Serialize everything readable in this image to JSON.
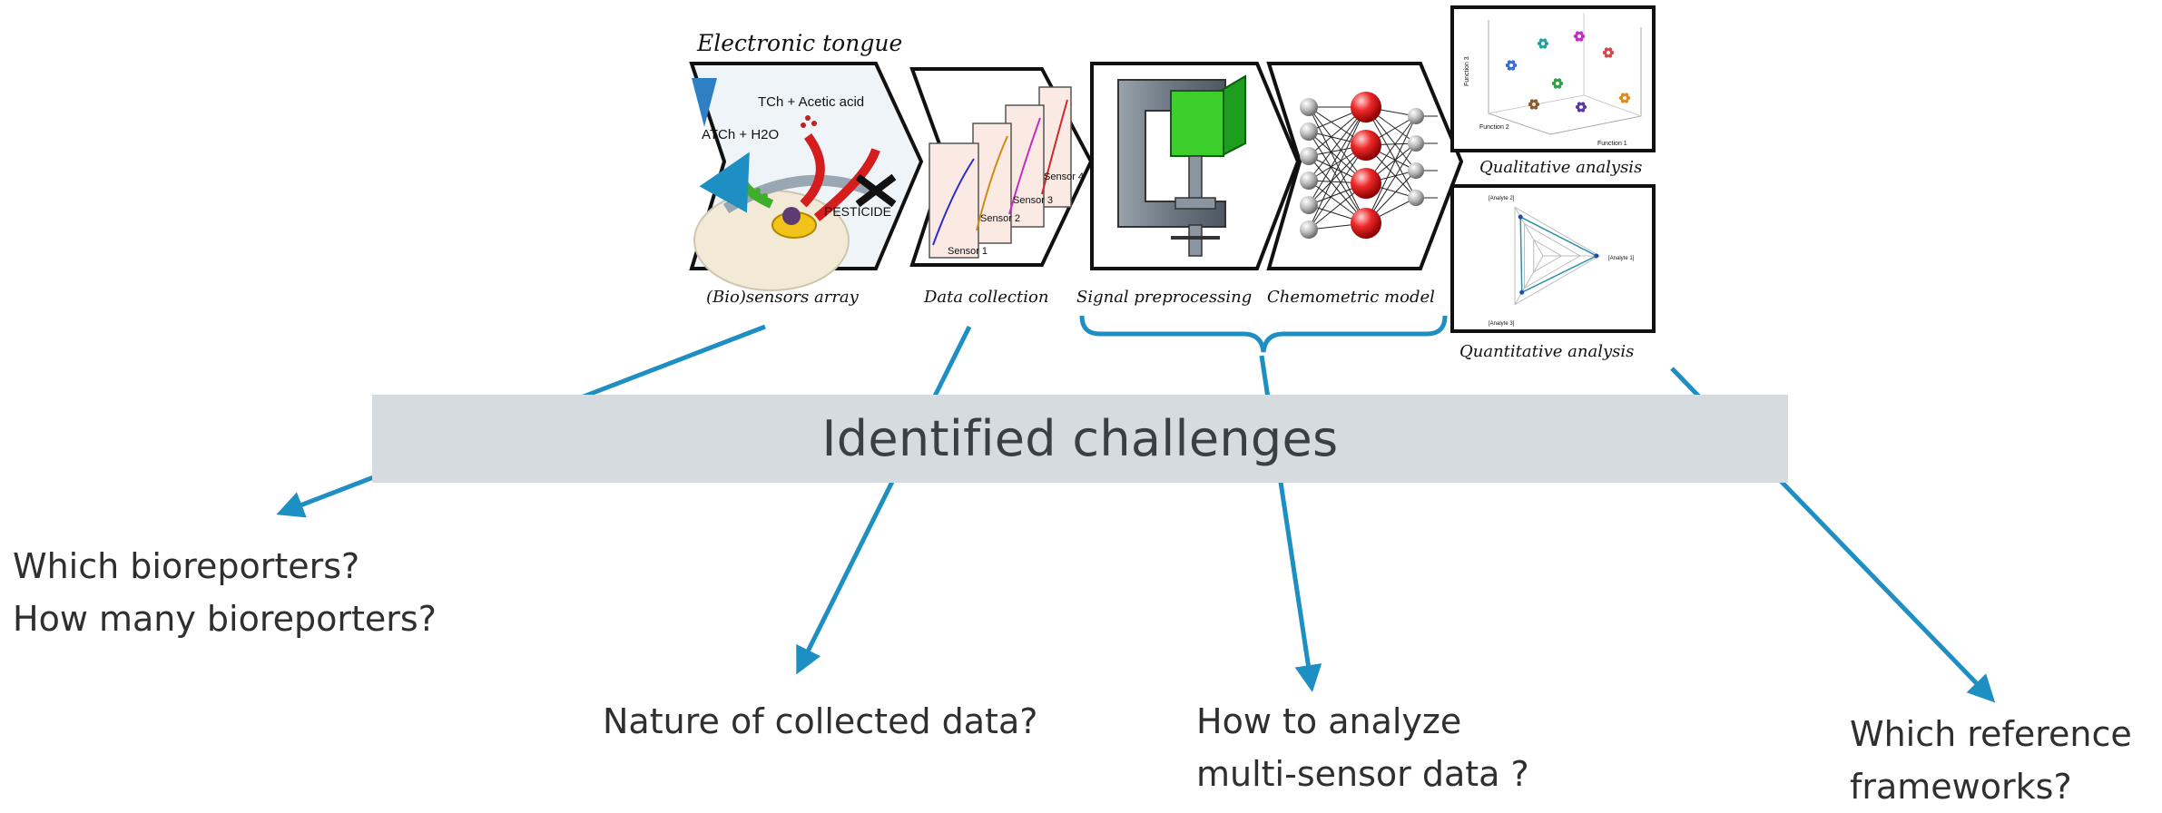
{
  "figure": {
    "title": "Electronic tongue",
    "stages": [
      "(Bio)sensors array",
      "Data collection",
      "Signal preprocessing",
      "Chemometric model"
    ],
    "outputs": [
      "Qualitative analysis",
      "Quantitative analysis"
    ],
    "sensor_panel": {
      "label_tch": "TCh + Acetic acid",
      "label_atch": "ATCh + H2O",
      "label_pesticide": "PESTICIDE"
    },
    "sensor_sheets": [
      "Sensor 1",
      "Sensor 2",
      "Sensor 3",
      "Sensor 4"
    ],
    "scatter_axes": {
      "x": "Function 1",
      "y": "Function 2",
      "z": "Function 3"
    },
    "radar_labels": [
      "[Analyte 1]",
      "[Analyte 2]",
      "[Analyte 3]"
    ]
  },
  "banner": {
    "text": "Identified challenges"
  },
  "questions": {
    "bioreporters": [
      "Which bioreporters?",
      "How many bioreporters?"
    ],
    "data_nature": [
      "Nature of collected data?"
    ],
    "multisensor": [
      "How to analyze",
      "multi-sensor data ?"
    ],
    "references": [
      "Which reference",
      "frameworks?"
    ]
  },
  "colors": {
    "arrow": "#1e8fc3",
    "banner": "#d5dbdf",
    "banner_text": "#3a3f44",
    "question_text": "#2f2f2f"
  }
}
